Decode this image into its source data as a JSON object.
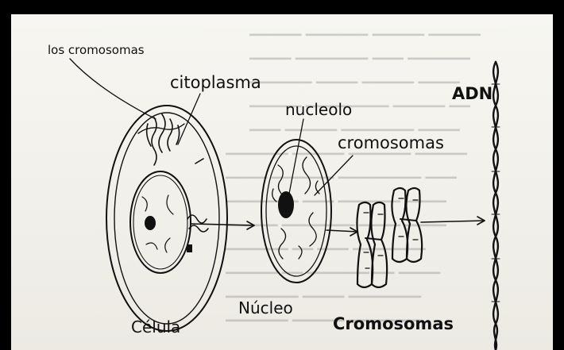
{
  "labels": {
    "chromosomes_top": "los cromosomas",
    "cytoplasm": "citoplasma",
    "nucleolus": "nucleolo",
    "chromosomes_mid": "cromosomas",
    "dna": "ADN",
    "cell": "Célula",
    "nucleus": "Núcleo",
    "chromosomes_bottom": "Cromosomas"
  },
  "colors": {
    "ink": "#111111",
    "paper": "#f3f2ec",
    "frame": "#000000",
    "bleed_text": "#9a9a9a"
  }
}
